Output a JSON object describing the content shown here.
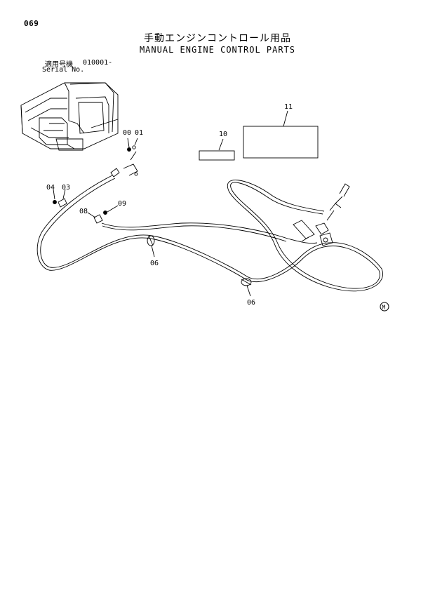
{
  "page_number": "069",
  "title_jp": "手動エンジンコントロール用品",
  "title_en": "MANUAL ENGINE CONTROL PARTS",
  "serial": {
    "label_jp": "適用号機",
    "value": "010001-",
    "label_en": "Serial No."
  },
  "callouts": {
    "c00": "00",
    "c01": "01",
    "c03": "03",
    "c04": "04",
    "c06a": "06",
    "c06b": "06",
    "c08": "08",
    "c09": "09",
    "c10": "10",
    "c11": "11"
  },
  "mark": "M"
}
